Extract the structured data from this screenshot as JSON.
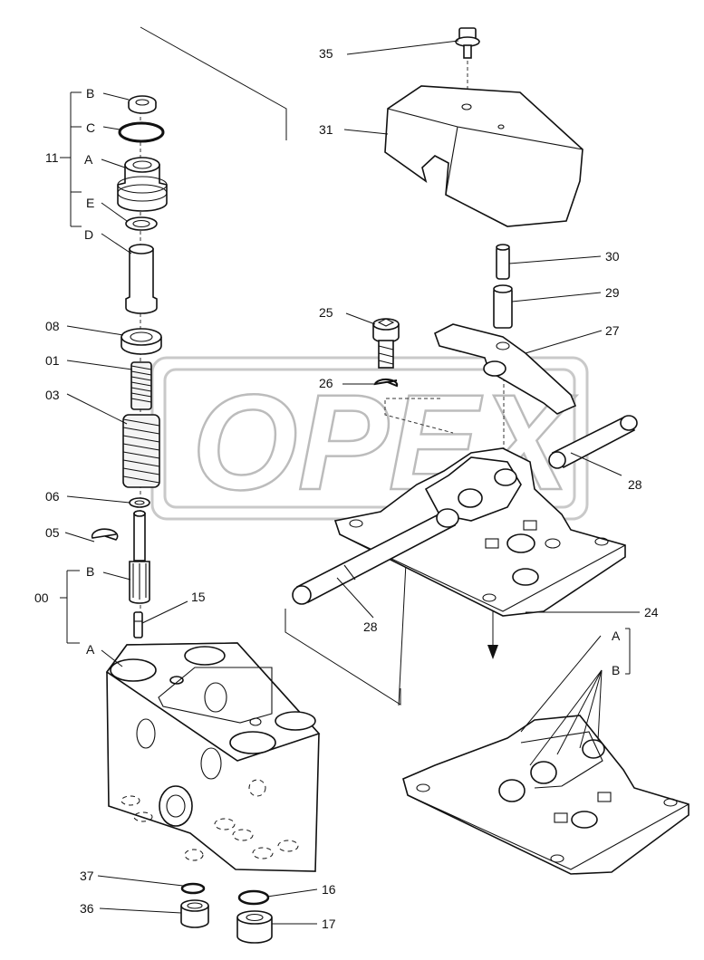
{
  "watermark": {
    "text": "OPEX"
  },
  "labels": {
    "B_top": "B",
    "C": "C",
    "group_11": "11",
    "A_top": "A",
    "E": "E",
    "D": "D",
    "p08": "08",
    "p01": "01",
    "p03": "03",
    "p06": "06",
    "p05": "05",
    "B_00": "B",
    "group_00": "00",
    "p15": "15",
    "A_00": "A",
    "p37": "37",
    "p36": "36",
    "p16": "16",
    "p17": "17",
    "p35": "35",
    "p31": "31",
    "p30": "30",
    "p29": "29",
    "p25": "25",
    "p27": "27",
    "p26": "26",
    "p28_right": "28",
    "p28_left": "28",
    "p24": "24",
    "A_24": "A",
    "B_24": "B"
  }
}
